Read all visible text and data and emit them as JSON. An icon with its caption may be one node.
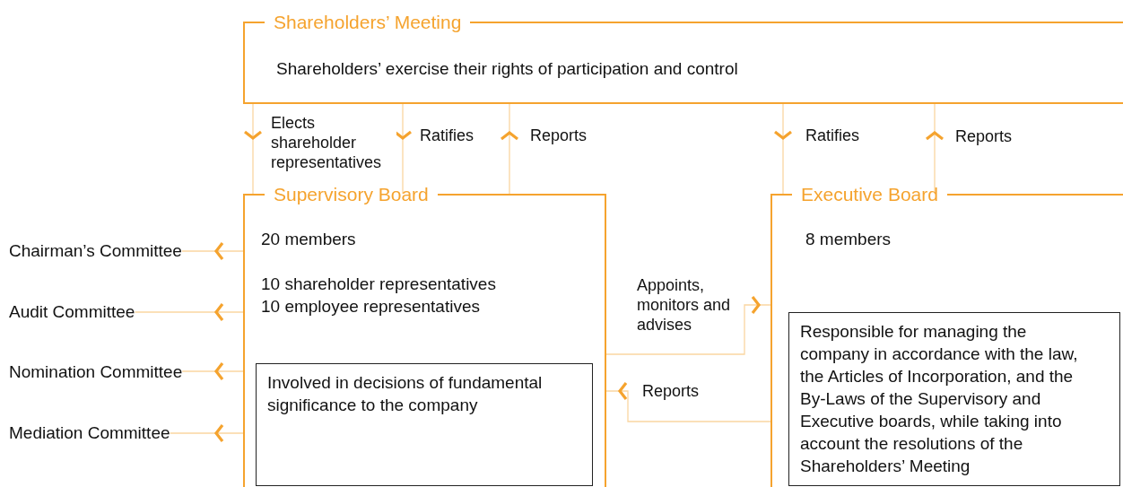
{
  "diagram": {
    "nodes": [
      {
        "text": [
          "Shareholders’ Meeting",
          "Shareholders’ exercise their rights of participation and control"
        ]
      },
      {
        "text": [
          "Supervisory Board",
          "20 members",
          "10 shareholder representatives 10 employee representatives"
        ]
      },
      {
        "text": [
          "Involved in decisions of fundamental significance to the company"
        ],
        "in": 1
      },
      {
        "text": [
          "Executive Board",
          "8 members"
        ]
      },
      {
        "text": [
          "Responsible for managing the company in accordance with the law, the Articles of Incorporation, and the By-Laws of the Supervisory and Executive boards, while taking into account the resolutions of the Shareholders’ Meeting"
        ],
        "in": 3
      },
      {
        "text": [
          "Chairman’s Committee"
        ]
      },
      {
        "text": [
          "Audit Committee"
        ]
      },
      {
        "text": [
          "Nomination Committee"
        ]
      },
      {
        "text": [
          "Mediation Committee"
        ]
      }
    ],
    "edges": [
      {
        "from": 0,
        "to": 1,
        "arrow": "to",
        "label": "Elects shareholder representatives"
      },
      {
        "from": 0,
        "to": 1,
        "arrow": "to",
        "label": "Ratifies"
      },
      {
        "from": 1,
        "to": 0,
        "arrow": "to",
        "label": "Reports"
      },
      {
        "from": 0,
        "to": 3,
        "arrow": "to",
        "label": "Ratifies"
      },
      {
        "from": 3,
        "to": 0,
        "arrow": "to",
        "label": "Reports"
      },
      {
        "from": 1,
        "to": 5,
        "arrow": "to"
      },
      {
        "from": 1,
        "to": 6,
        "arrow": "to"
      },
      {
        "from": 1,
        "to": 7,
        "arrow": "to"
      },
      {
        "from": 1,
        "to": 8,
        "arrow": "to"
      },
      {
        "from": 1,
        "to": 3,
        "arrow": "to",
        "label": "Appoints, monitors and advises"
      },
      {
        "from": 3,
        "to": 1,
        "arrow": "to",
        "label": "Reports"
      }
    ]
  }
}
